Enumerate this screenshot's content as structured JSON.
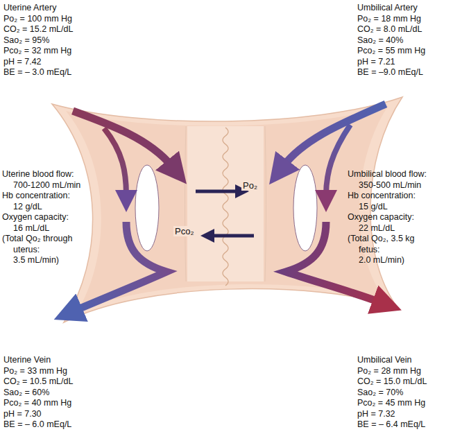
{
  "diagram": {
    "labels": [
      "Uterine Artery",
      "Po₂ = 100 mm Hg",
      "CO₂ = 15.2 mL/dL",
      "Sao₂ = 95%",
      "Pco₂ = 32 mm Hg",
      "pH = 7.42",
      "BE = – 3.0 mEq/L",
      "Umbilical Artery",
      "Po₂ = 18 mm Hg",
      "CO₂ = 8.0 mL/dL",
      "Sao₂ = 40%",
      "Pco₂ = 55 mm Hg",
      "pH = 7.21",
      "BE = –9.0 mEq/L",
      "Uterine blood flow:",
      "700-1200 mL/min",
      "Hb concentration:",
      "12 g/dL",
      "Oxygen capacity:",
      "16 mL/dL",
      "(Total Qo₂ through",
      "uterus:",
      "3.5 mL/min)",
      "Umbilical blood flow:",
      "350-500 mL/min",
      "Hb concentration:",
      "15 g/dL",
      "Oxygen capacity:",
      "22 mL/dL",
      "(Total Qo₂, 3.5 kg",
      "fetus:",
      "2.0 mL/min)",
      "Uterine Vein",
      "Po₂ = 33 mm Hg",
      "CO₂ = 10.5 mL/dL",
      "Sao₂ = 60%",
      "Pco₂ = 40 mm Hg",
      "pH = 7.30",
      "BE = – 6.0 mEq/L",
      "Umbilical Vein",
      "Po₂ = 28 mm Hg",
      "CO₂ = 15.0 mL/dL",
      "Sao₂ = 70%",
      "Pco₂ = 45 mm Hg",
      "pH = 7.32",
      "BE = – 6.4 mEq/L",
      "Po₂",
      "Pco₂"
    ]
  }
}
